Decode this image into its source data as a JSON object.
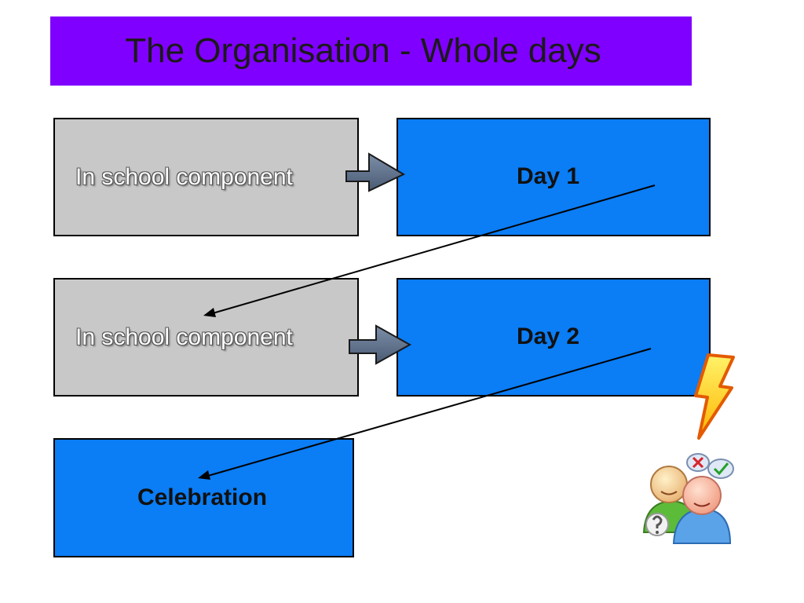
{
  "title": "The Organisation - Whole days",
  "boxes": {
    "in_school_1": "In school component",
    "day_1": "Day 1",
    "in_school_2": "In school component",
    "day_2": "Day 2",
    "celebration": "Celebration"
  },
  "colors": {
    "title_bg": "#8000ff",
    "grey_box": "#c8c8c8",
    "blue_box": "#0b7df5",
    "arrow_fill": "#5a6e8a",
    "lightning": "#ffd21a"
  },
  "icons": [
    "block-arrow-icon",
    "lightning-bolt-icon",
    "discussion-people-icon"
  ]
}
